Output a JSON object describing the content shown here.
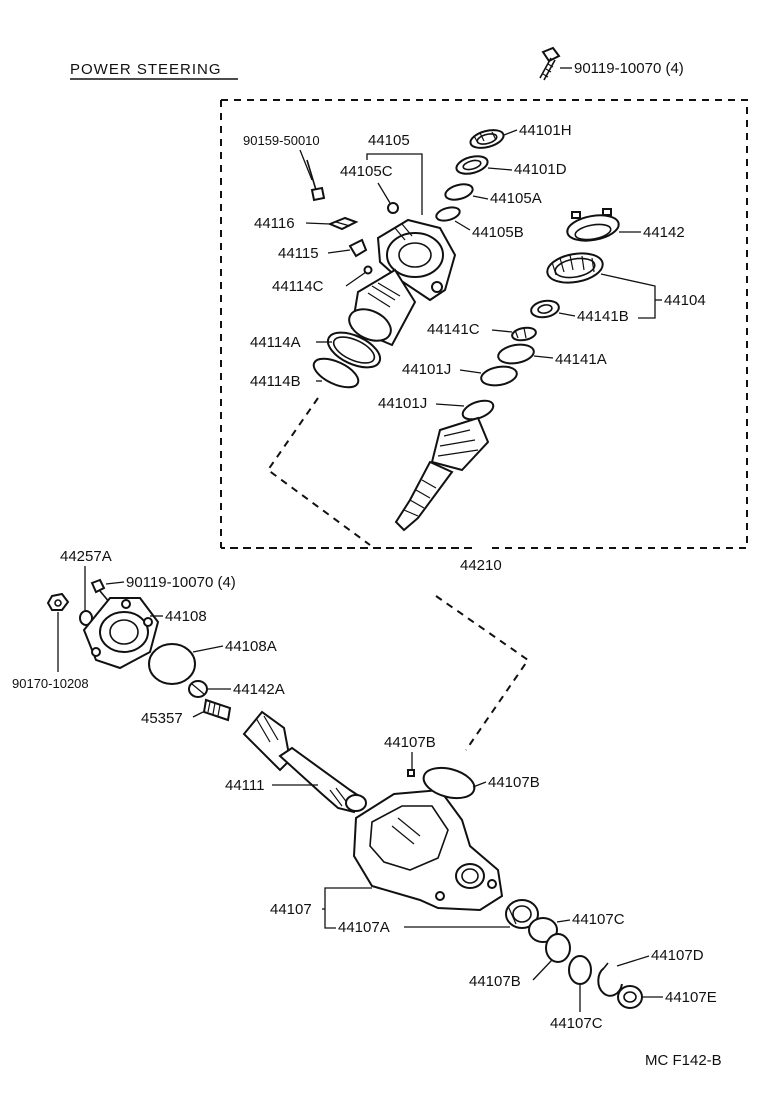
{
  "title": "POWER STEERING",
  "figure_code": "MC F142-B",
  "labels": {
    "p9011910070_top": "90119-10070 (4)",
    "p9015950010": "90159-50010",
    "p44105": "44105",
    "p44105C": "44105C",
    "p44116": "44116",
    "p44115": "44115",
    "p44114C": "44114C",
    "p44114A": "44114A",
    "p44114B": "44114B",
    "p44101H": "44101H",
    "p44101D": "44101D",
    "p44105A": "44105A",
    "p44105B": "44105B",
    "p44142": "44142",
    "p44104": "44104",
    "p44141B": "44141B",
    "p44141C": "44141C",
    "p44141A": "44141A",
    "p44101J_a": "44101J",
    "p44101J_b": "44101J",
    "p44210": "44210",
    "p44257A": "44257A",
    "p9011910070_side": "90119-10070 (4)",
    "p44108": "44108",
    "p44108A": "44108A",
    "p9017010208": "90170-10208",
    "p44142A": "44142A",
    "p45357": "45357",
    "p44107B_a": "44107B",
    "p44107B_b": "44107B",
    "p44111": "44111",
    "p44107": "44107",
    "p44107A": "44107A",
    "p44107C_a": "44107C",
    "p44107C_b": "44107C",
    "p44107B_c": "44107B",
    "p44107D": "44107D",
    "p44107E": "44107E"
  }
}
